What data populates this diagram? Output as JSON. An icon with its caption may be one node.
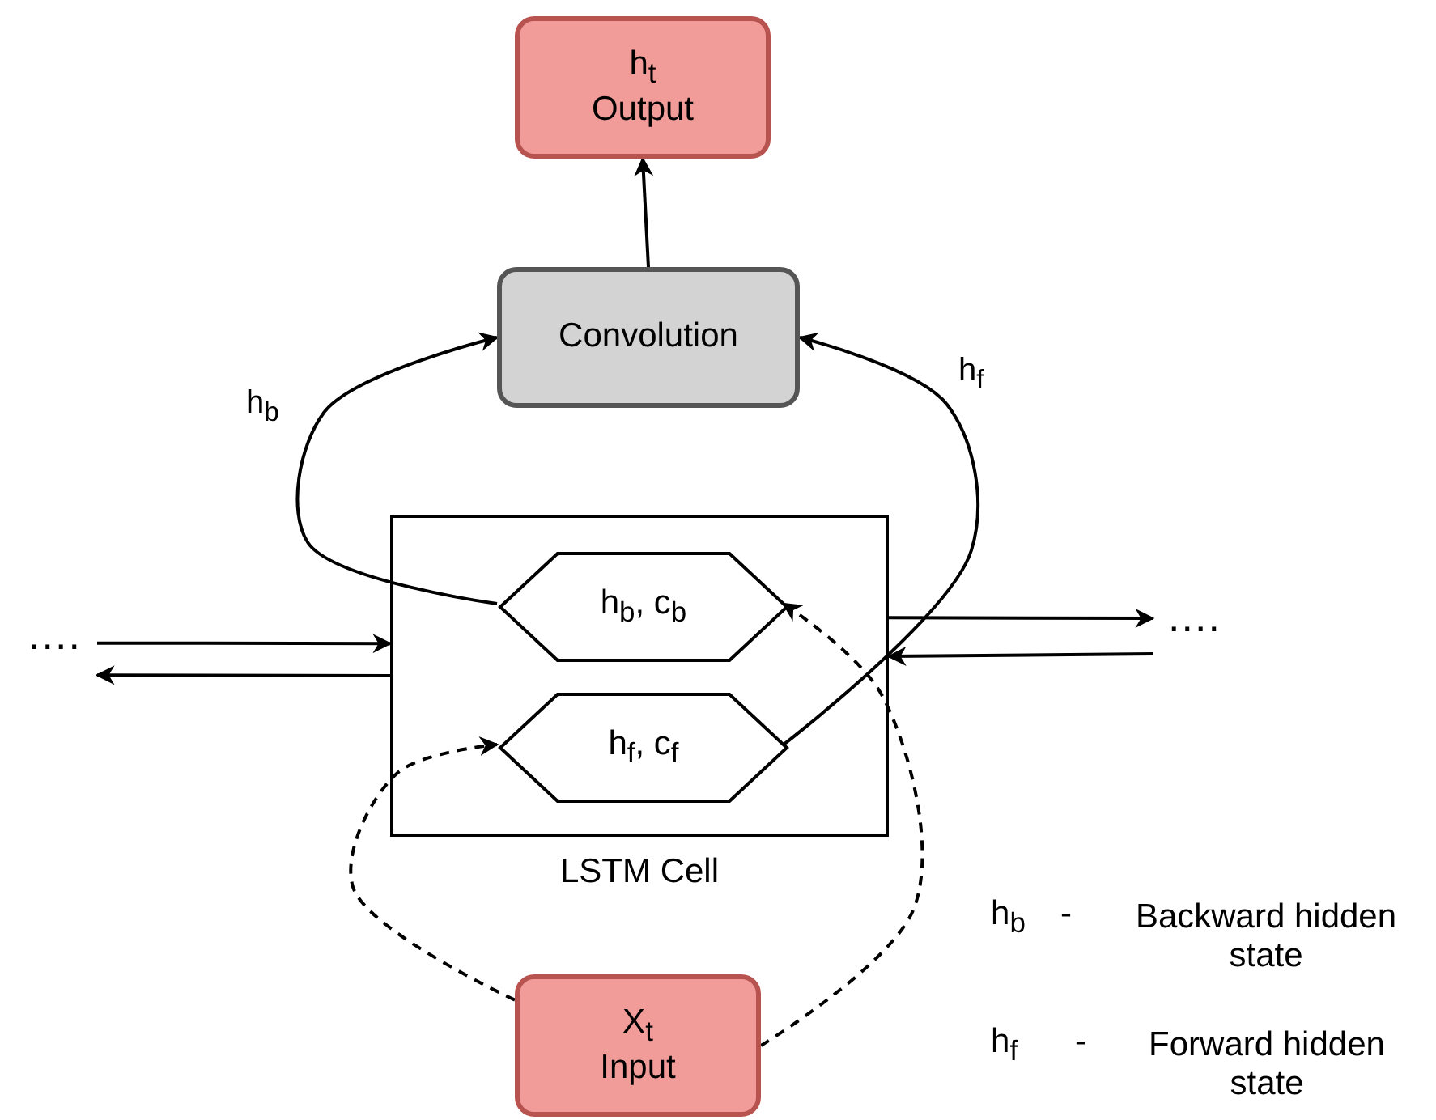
{
  "diagram": {
    "nodes": [
      {
        "text": [
          "h$_{t}$",
          "Output"
        ]
      },
      {
        "text": [
          "Convolution"
        ]
      },
      {
        "text": [
          "LSTM Cell"
        ]
      },
      {
        "text": [
          "h$_{b}$, c$_{b}$"
        ],
        "in": 2
      },
      {
        "text": [
          "h$_{f}$, c$_{f}$"
        ],
        "in": 2
      },
      {
        "text": [
          "X$_{t}$",
          "Input"
        ]
      },
      {
        "text": [
          "...."
        ]
      },
      {
        "text": [
          "...."
        ]
      }
    ],
    "edges": [
      {
        "from": 1,
        "to": 0,
        "arrow": "to"
      },
      {
        "from": 3,
        "to": 1,
        "arrow": "to",
        "label": "h$_{b}$"
      },
      {
        "from": 4,
        "to": 1,
        "arrow": "to",
        "label": "h$_{f}$"
      },
      {
        "from": 5,
        "to": 4,
        "arrow": "to",
        "style": "dashed"
      },
      {
        "from": 5,
        "to": 3,
        "arrow": "to",
        "style": "dashed"
      },
      {
        "from": 6,
        "to": 2,
        "arrow": "to"
      },
      {
        "from": 2,
        "to": 6,
        "arrow": "to"
      },
      {
        "from": 2,
        "to": 7,
        "arrow": "to"
      },
      {
        "from": 7,
        "to": 2,
        "arrow": "to"
      }
    ],
    "labels": [
      "h$_{b}$",
      "-",
      "Backward hidden state",
      "h$_{f}$",
      "-",
      "Forward hidden state"
    ]
  }
}
